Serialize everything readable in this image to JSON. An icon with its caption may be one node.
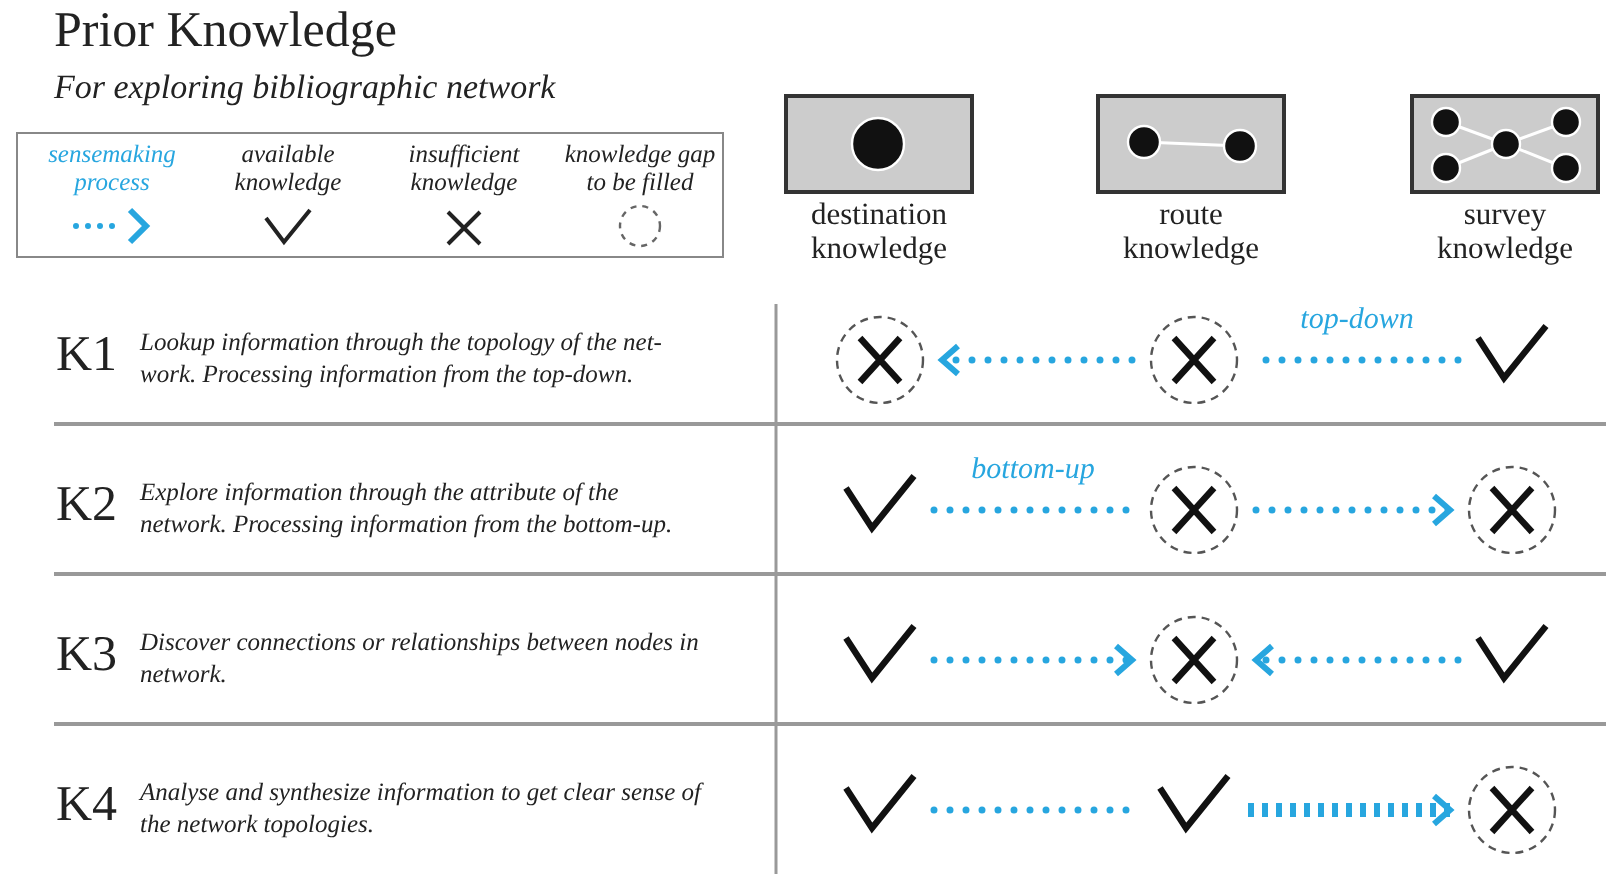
{
  "diagram": {
    "title": "Prior Knowledge",
    "nodes": [
      {
        "text": [
          "destination knowledge"
        ]
      },
      {
        "text": [
          "route knowledge"
        ]
      },
      {
        "text": [
          "survey knowledge"
        ]
      },
      {
        "text": [],
        "shape": "circle"
      },
      {
        "text": [],
        "shape": "circle"
      },
      {
        "text": [],
        "shape": "check"
      },
      {
        "text": [],
        "shape": "check"
      },
      {
        "text": [],
        "shape": "circle"
      },
      {
        "text": [],
        "shape": "circle"
      },
      {
        "text": [],
        "shape": "check"
      },
      {
        "text": [],
        "shape": "circle"
      },
      {
        "text": [],
        "shape": "check"
      },
      {
        "text": [],
        "shape": "check"
      },
      {
        "text": [],
        "shape": "check"
      },
      {
        "text": [],
        "shape": "circle"
      }
    ],
    "edges": [
      {
        "from": 5,
        "to": 4,
        "arrow": "none",
        "label": "top-down"
      },
      {
        "from": 4,
        "to": 3,
        "arrow": "to"
      },
      {
        "from": 6,
        "to": 7,
        "arrow": "none",
        "label": "bottom-up"
      },
      {
        "from": 7,
        "to": 8,
        "arrow": "to"
      },
      {
        "from": 9,
        "to": 10,
        "arrow": "to"
      },
      {
        "from": 11,
        "to": 10,
        "arrow": "to"
      },
      {
        "from": 12,
        "to": 13,
        "arrow": "none"
      },
      {
        "from": 13,
        "to": 14,
        "arrow": "to",
        "style": "dashed"
      }
    ],
    "labels": [
      "For exploring bibliographic network",
      "K1",
      "Lookup information through the topology of the net- work. Processing information from the top-down.",
      "K2",
      "Explore information through the attribute of the network. Processing information from the bottom-up.",
      "K3",
      "Discover connections or relationships between nodes in network.",
      "K4",
      "Analyse and synthesize information to get clear sense of the network topologies."
    ],
    "legend": [
      {
        "text": "sensemaking process"
      },
      {
        "text": "available knowledge"
      },
      {
        "text": "insufficient knowledge"
      },
      {
        "text": "knowledge gap to be filled"
      }
    ]
  }
}
